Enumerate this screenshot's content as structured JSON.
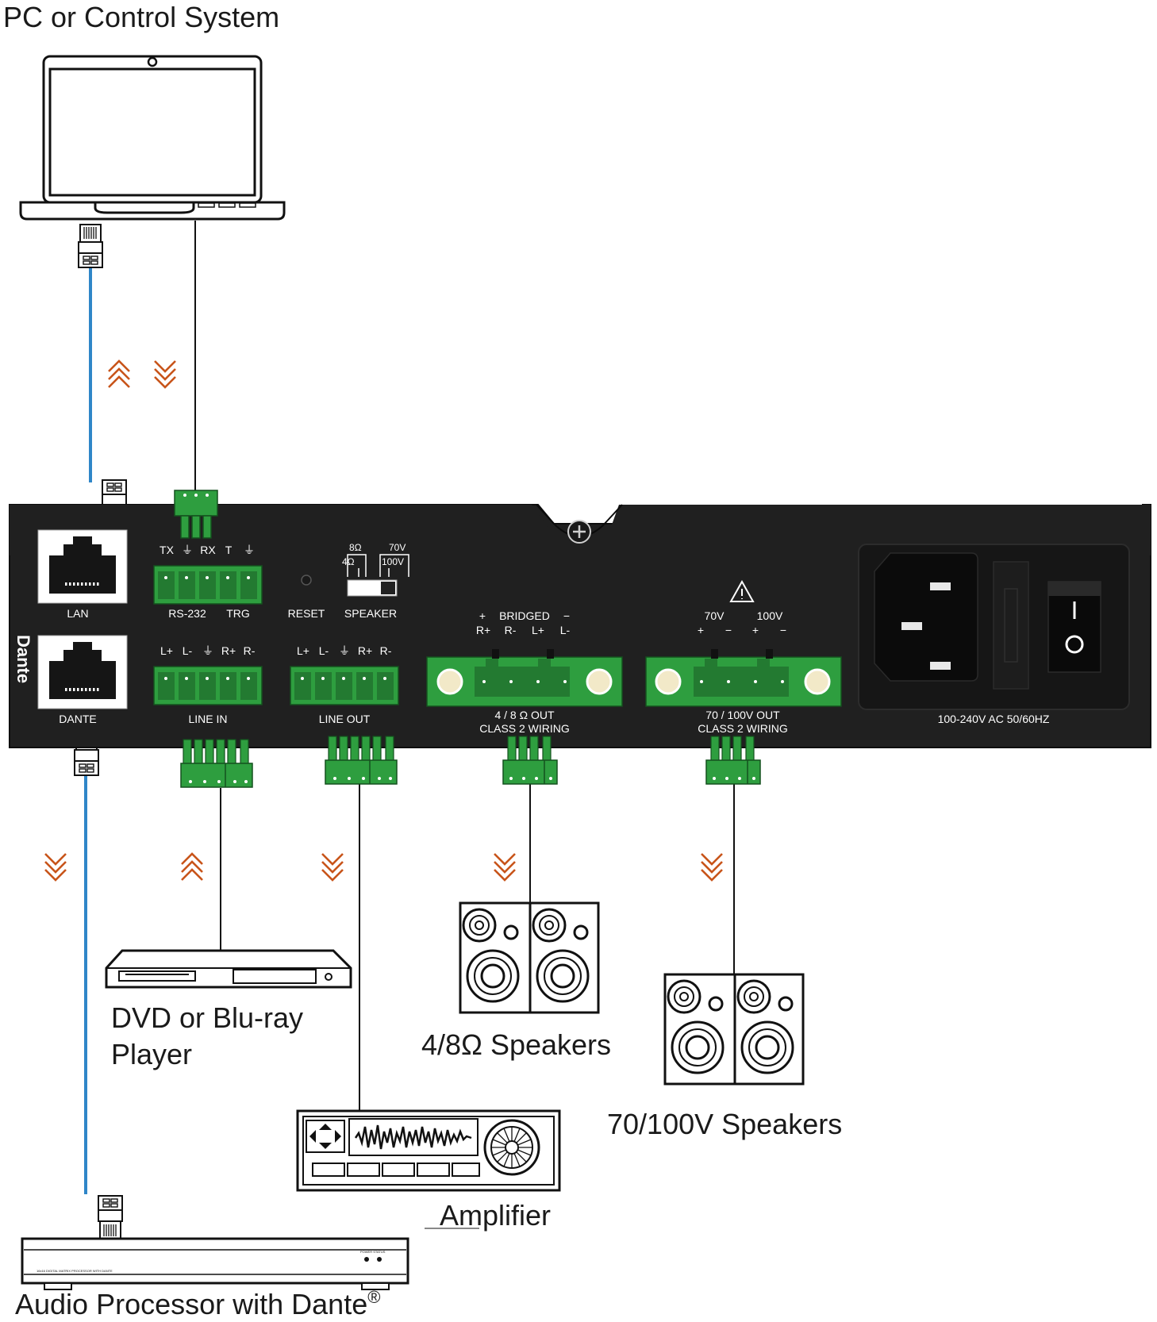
{
  "labels": {
    "pc": "PC or Control System",
    "dvd_line1": "DVD or Blu-ray",
    "dvd_line2": "Player",
    "amplifier": "Amplifier",
    "speakers_48": "4/8Ω Speakers",
    "speakers_70100": "70/100V Speakers",
    "audio_processor": "Audio Processor with Dante",
    "registered_mark": "®"
  },
  "panel": {
    "lan": "LAN",
    "dante_port": "DANTE",
    "dante_logo": "Dante",
    "rs232": "RS-232",
    "trg": "TRG",
    "rs232_pins": [
      "TX",
      "⏚",
      "RX",
      "T",
      "⏚"
    ],
    "reset": "RESET",
    "speaker": "SPEAKER",
    "switch_labels": [
      "8Ω",
      "4Ω",
      "70V",
      "100V"
    ],
    "line_in": "LINE IN",
    "line_in_pins": [
      "L+",
      "L-",
      "⏚",
      "R+",
      "R-"
    ],
    "line_out": "LINE OUT",
    "line_out_pins": [
      "L+",
      "L-",
      "⏚",
      "R+",
      "R-"
    ],
    "bridged_header": [
      "+",
      "BRIDGED",
      "−"
    ],
    "bridged_pins": [
      "R+",
      "R-",
      "L+",
      "L-"
    ],
    "out_48_line1": "4 / 8 Ω OUT",
    "out_48_line2": "CLASS 2 WIRING",
    "volt_header": [
      "70V",
      "100V"
    ],
    "volt_pins": [
      "+",
      "−",
      "+",
      "−"
    ],
    "out_70100_line1": "70 / 100V OUT",
    "out_70100_line2": "CLASS 2 WIRING",
    "power": "100-240V AC 50/60HZ"
  },
  "processor_text": {
    "model_caption": "16x16 DIGITAL MATRIX PROCESSOR WITH DANTE",
    "indicator_caption": "POWER  STATUS"
  },
  "colors": {
    "ethernet_cable": "#2f86c8",
    "signal_arrow": "#c8541a",
    "terminal_green": "#2e9e3f",
    "panel": "#202020"
  },
  "signal_flow": [
    "up",
    "down",
    "down",
    "up",
    "down",
    "down",
    "down"
  ]
}
